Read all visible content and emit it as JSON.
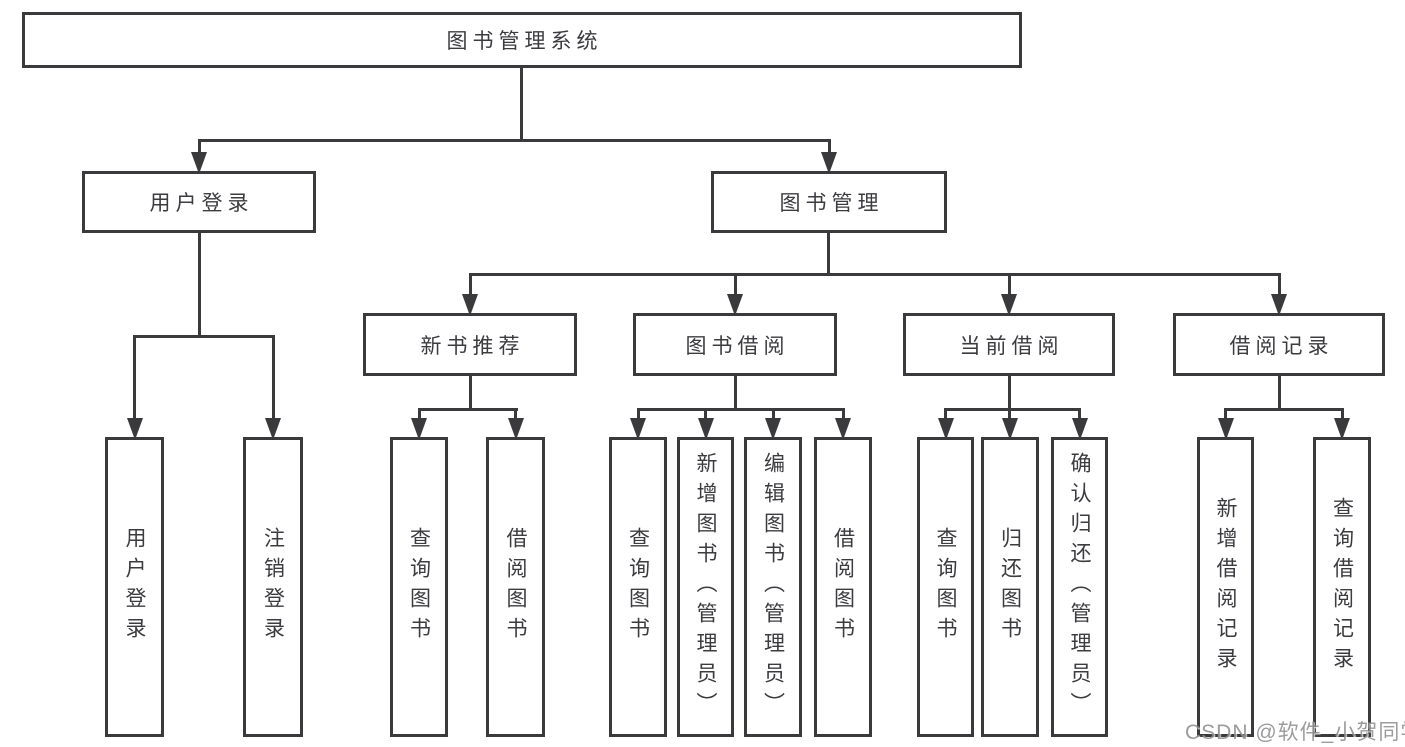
{
  "diagram": {
    "root": {
      "label": "图书管理系统"
    },
    "user_login": {
      "label": "用户登录",
      "children": {
        "login": {
          "label": "用户登录"
        },
        "logout": {
          "label": "注销登录"
        }
      }
    },
    "book_mgmt": {
      "label": "图书管理",
      "children": {
        "new_book_rec": {
          "label": "新书推荐",
          "children": {
            "query_book": {
              "label": "查询图书"
            },
            "borrow_book": {
              "label": "借阅图书"
            }
          }
        },
        "book_borrow": {
          "label": "图书借阅",
          "children": {
            "query_book": {
              "label": "查询图书"
            },
            "add_book": {
              "label": "新增图书（管理员）"
            },
            "edit_book": {
              "label": "编辑图书（管理员）"
            },
            "borrow_book": {
              "label": "借阅图书"
            }
          }
        },
        "current_borrow": {
          "label": "当前借阅",
          "children": {
            "query_book": {
              "label": "查询图书"
            },
            "return_book": {
              "label": "归还图书"
            },
            "confirm_return": {
              "label": "确认归还（管理员）"
            }
          }
        },
        "borrow_records": {
          "label": "借阅记录",
          "children": {
            "add_record": {
              "label": "新增借阅记录"
            },
            "query_record": {
              "label": "查询借阅记录"
            }
          }
        }
      }
    }
  },
  "watermark": {
    "text": "CSDN @软件_小贺同学"
  },
  "colors": {
    "line": "#3a3a3c",
    "text": "#3c3c40",
    "background": "#ffffff",
    "watermark": "#8f8f8f"
  }
}
